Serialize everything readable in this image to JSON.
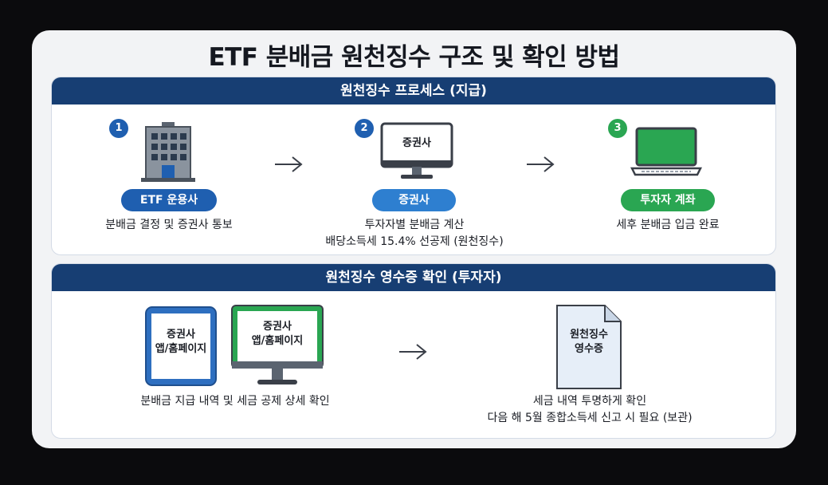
{
  "title": "ETF 분배금 원천징수 구조 및 확인 방법",
  "process": {
    "header": "원천징수 프로세스 (지급)",
    "steps": [
      {
        "number": "1",
        "badge": "ETF 운용사",
        "caption": "분배금 결정 및 증권사 통보",
        "badge_color": "#1f5fb0"
      },
      {
        "number": "2",
        "screen_label": "증권사",
        "badge": "증권사",
        "caption_line1": "투자자별 분배금 계산",
        "caption_line2": "배당소득세 15.4% 선공제 (원천징수)",
        "badge_color": "#2e7fd0"
      },
      {
        "number": "3",
        "badge": "투자자 계좌",
        "caption": "세후 분배금 입금 완료",
        "badge_color": "#2aa652"
      }
    ]
  },
  "receipt": {
    "header": "원천징수 영수증 확인 (투자자)",
    "tablet_label_line1": "증권사",
    "tablet_label_line2": "앱/홈페이지",
    "monitor_label_line1": "증권사",
    "monitor_label_line2": "앱/홈페이지",
    "left_caption": "분배금 지급 내역 및 세금 공제 상세 확인",
    "document_line1": "원천징수",
    "document_line2": "영수증",
    "right_caption_line1": "세금 내역 투명하게 확인",
    "right_caption_line2": "다음 해 5월 종합소득세 신고 시 필요 (보관)"
  },
  "icons": [
    "building-icon",
    "monitor-icon",
    "laptop-icon",
    "tablet-icon",
    "document-icon",
    "arrow-right-icon"
  ]
}
